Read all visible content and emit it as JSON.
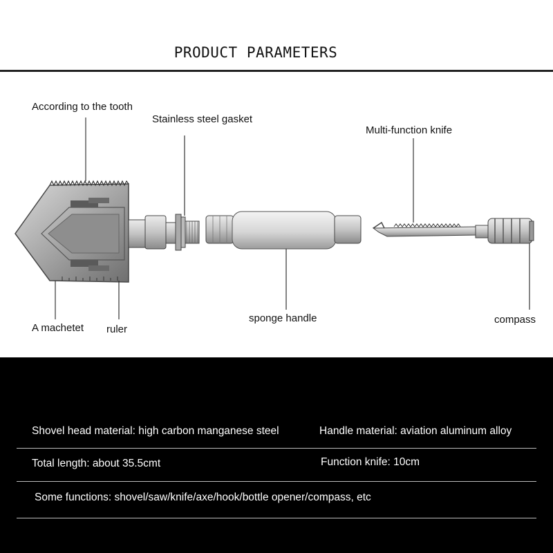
{
  "header": {
    "title": "PRODUCT PARAMETERS"
  },
  "callouts": {
    "tooth": "According to the tooth",
    "gasket": "Stainless steel gasket",
    "knife": "Multi-function knife",
    "machete": "A machetet",
    "ruler": "ruler",
    "sponge": "sponge handle",
    "compass": "compass"
  },
  "specs": {
    "head_material": "Shovel head material: high carbon manganese steel",
    "handle_material": "Handle material: aviation aluminum alloy",
    "total_length": "Total length: about 35.5cmt",
    "function_knife": "Function knife: 10cm",
    "functions": "Some functions: shovel/saw/knife/axe/hook/bottle opener/compass, etc"
  }
}
